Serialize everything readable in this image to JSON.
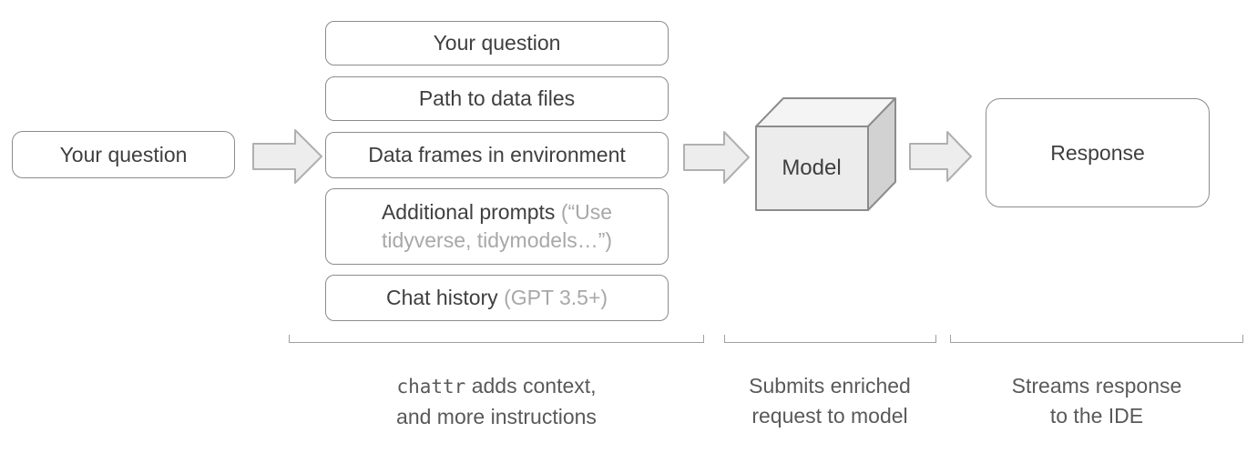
{
  "diagram": {
    "input_box": {
      "label": "Your question"
    },
    "context_stack": [
      {
        "label": "Your question",
        "note": ""
      },
      {
        "label": "Path to data files",
        "note": ""
      },
      {
        "label": "Data frames in environment",
        "note": ""
      },
      {
        "label": "Additional prompts",
        "note": "(“Use tidyverse, tidymodels…”)"
      },
      {
        "label": "Chat history",
        "note": "(GPT 3.5+)"
      }
    ],
    "model_cube": {
      "label": "Model"
    },
    "response_box": {
      "label": "Response"
    },
    "captions": {
      "context": {
        "code": "chattr",
        "line1_rest": "adds context,",
        "line2": "and more instructions"
      },
      "submit": {
        "line1": "Submits enriched",
        "line2": "request to model"
      },
      "stream": {
        "line1": "Streams response",
        "line2": "to the IDE"
      }
    },
    "colors": {
      "box_border": "#8c8c8c",
      "box_text": "#3f3f3f",
      "muted_text": "#a8a8a8",
      "caption_text": "#595959",
      "arrow_fill": "#ededed",
      "arrow_stroke": "#b0b0b0",
      "cube_front": "#ececec",
      "cube_top": "#f4f4f4",
      "cube_side": "#d2d2d2",
      "cube_stroke": "#8c8c8c",
      "bracket_line": "#a0a0a0"
    }
  }
}
